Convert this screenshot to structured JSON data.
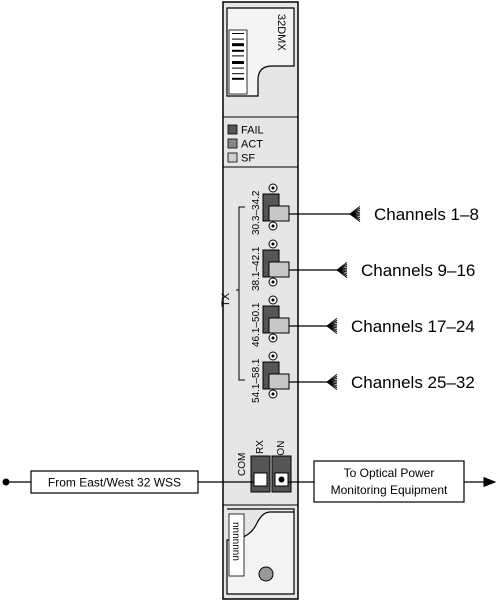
{
  "card": {
    "model_label": "32DMX",
    "leds": [
      {
        "label": "FAIL",
        "color": "#555555"
      },
      {
        "label": "ACT",
        "color": "#888888"
      },
      {
        "label": "SF",
        "color": "#d0d0d0"
      }
    ],
    "tx_label": "TX",
    "port_groups": [
      {
        "range": "30.3–34.2",
        "channels": "Channels 1–8"
      },
      {
        "range": "38.1–42.1",
        "channels": "Channels 9–16"
      },
      {
        "range": "46.1–50.1",
        "channels": "Channels 17–24"
      },
      {
        "range": "54.1–58.1",
        "channels": "Channels 25–32"
      }
    ],
    "com_label": "COM",
    "rx_label": "RX",
    "mon_label": "MON",
    "label_slot_text": "nnnnnnn"
  },
  "inputs": {
    "from_label": "From East/West 32 WSS"
  },
  "outputs": {
    "to_label_line1": "To Optical Power",
    "to_label_line2": "Monitoring Equipment"
  },
  "colors": {
    "panel": "#e6e6e6",
    "connector_dark": "#555555",
    "connector_light": "#c8c8c8"
  }
}
